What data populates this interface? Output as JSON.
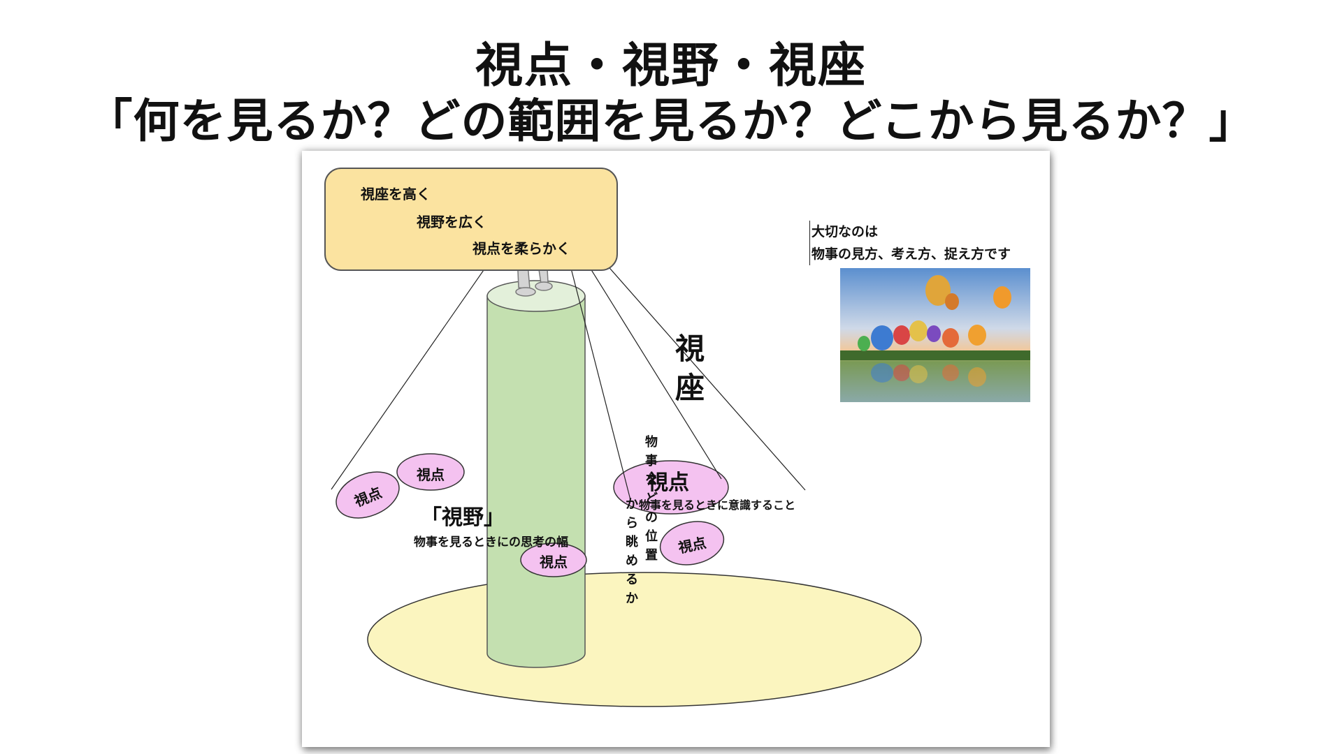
{
  "title": {
    "line1": "視点・視野・視座",
    "line2": "「何を見るか？どの範囲を見るか？どこから見るか？」"
  },
  "diagram": {
    "guide_box": {
      "line1": "視座を高く",
      "line2": "視野を広く",
      "line3": "視点を柔らかく"
    },
    "note": {
      "line1": "大切なのは",
      "line2": "物事の見方、考え方、捉え方です"
    },
    "pillar": {
      "char1": "視",
      "char2": "座",
      "caption_col1": "物事をどの位置",
      "caption_col2": "から眺めるか"
    },
    "field": {
      "label": "「視野」",
      "caption": "物事を見るときにの思考の幅"
    },
    "viewpoints": {
      "small_label": "視点",
      "large_label": "視点",
      "large_caption": "物事を見るときに意識すること"
    },
    "colors": {
      "guide_box_fill": "#fbe3a0",
      "pillar_fill": "#c4e0b0",
      "field_fill": "#fbf5bf",
      "viewpoint_fill": "#f4c2f0"
    }
  }
}
